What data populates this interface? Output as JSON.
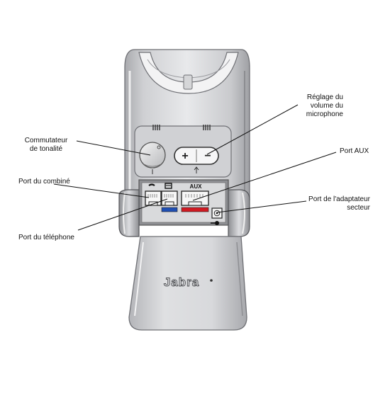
{
  "callouts": {
    "microphone_volume": [
      "Réglage du",
      "volume du",
      "microphone"
    ],
    "tone_switch": [
      "Commutateur",
      "de tonalité"
    ],
    "aux_port": "Port AUX",
    "handset_port": "Port du combiné",
    "power_adapter_port": [
      "Port de l'adaptateur",
      "secteur"
    ],
    "phone_port": "Port du téléphone"
  },
  "device": {
    "brand": "Jabra",
    "volume_plus": "+",
    "volume_minus": "−",
    "aux_port_label": "AUX"
  },
  "colors": {
    "phone_port_stripe": "#1f4fb4",
    "aux_port_stripe": "#d11a22"
  },
  "icons": {
    "handset_port_icon": "handset-icon",
    "phone_port_icon": "phone-icon",
    "power_icon": "power-plug-icon",
    "mic_icon": "microphone-icon"
  }
}
